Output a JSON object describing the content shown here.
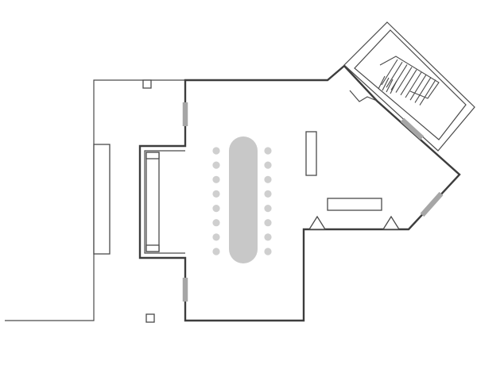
{
  "plan": {
    "colors": {
      "background": "#ffffff",
      "wall": "#3d3d3d",
      "thin_line": "#4a4a4a",
      "door": "#a6a6a6",
      "table": "#c8c8c8",
      "chair": "#cfcfcf",
      "furniture_stroke": "#4a4a4a"
    },
    "meeting_room": {
      "chairs_per_side": 8,
      "table_shape": "rounded-oval"
    },
    "staircase": {
      "tread_count": 9
    }
  }
}
